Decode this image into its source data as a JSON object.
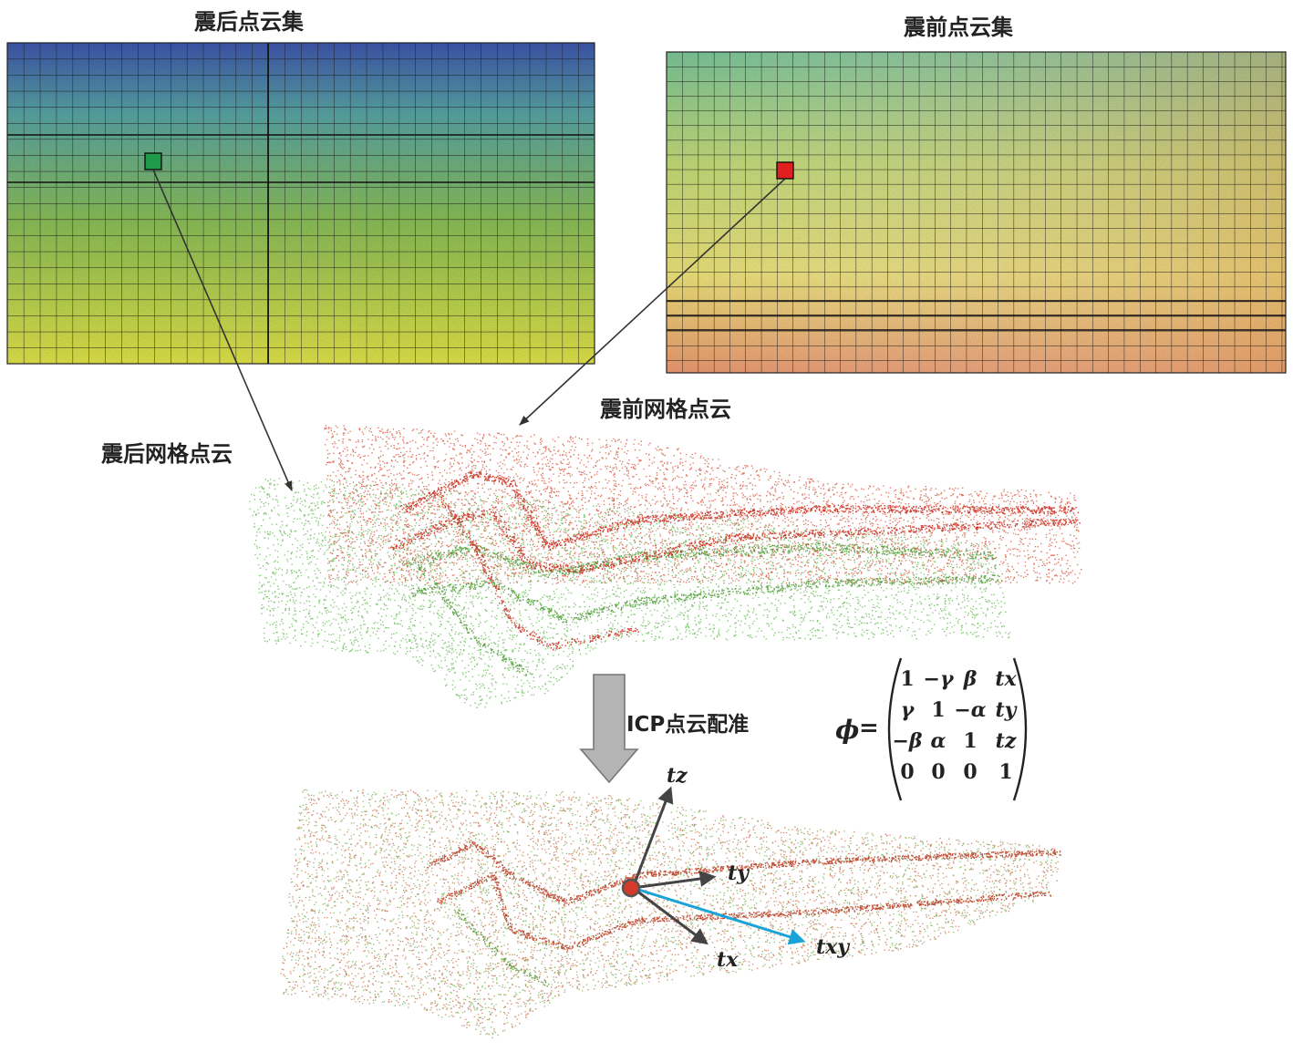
{
  "titles": {
    "post_cloud": "震后点云集",
    "pre_cloud": "震前点云集",
    "pre_grid": "震前网格点云",
    "post_grid": "震后网格点云",
    "icp": "ICP点云配准"
  },
  "matrix": {
    "symbol": "ϕ",
    "equals": "=",
    "rows": [
      [
        "1",
        "−γ",
        "β",
        "tx"
      ],
      [
        "γ",
        "1",
        "−α",
        "ty"
      ],
      [
        "−β",
        "α",
        "1",
        "tz"
      ],
      [
        "0",
        "0",
        "0",
        "1"
      ]
    ]
  },
  "axes": {
    "tz": "tz",
    "ty": "ty",
    "tx": "tx",
    "txy": "txy"
  },
  "colors": {
    "post_marker": "#1f9a4a",
    "pre_marker": "#e02020",
    "post_points": "#5cb84a",
    "pre_points": "#d84a30",
    "txy_arrow": "#1aa3d8",
    "axis_arrow": "#444444",
    "flow_arrow": "#a8a8a8"
  }
}
